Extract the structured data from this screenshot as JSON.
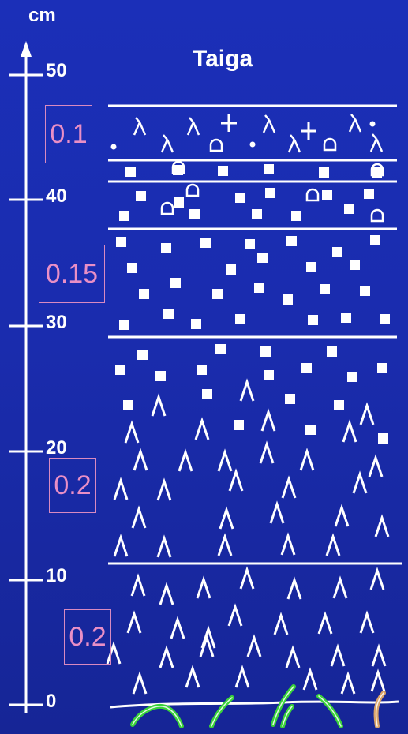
{
  "title": "Taiga",
  "axis": {
    "unit": "cm",
    "tick_labels": [
      "50",
      "40",
      "30",
      "20",
      "10",
      "0"
    ]
  },
  "layer_rates": [
    "0.1",
    "0.15",
    "0.2",
    "0.2"
  ],
  "colors": {
    "background": "#1b2fb8",
    "foreground": "#ffffff",
    "rate_label": "#e98fc6",
    "grass_green": "#3ad23a",
    "grass_tan": "#d9a36a"
  }
}
